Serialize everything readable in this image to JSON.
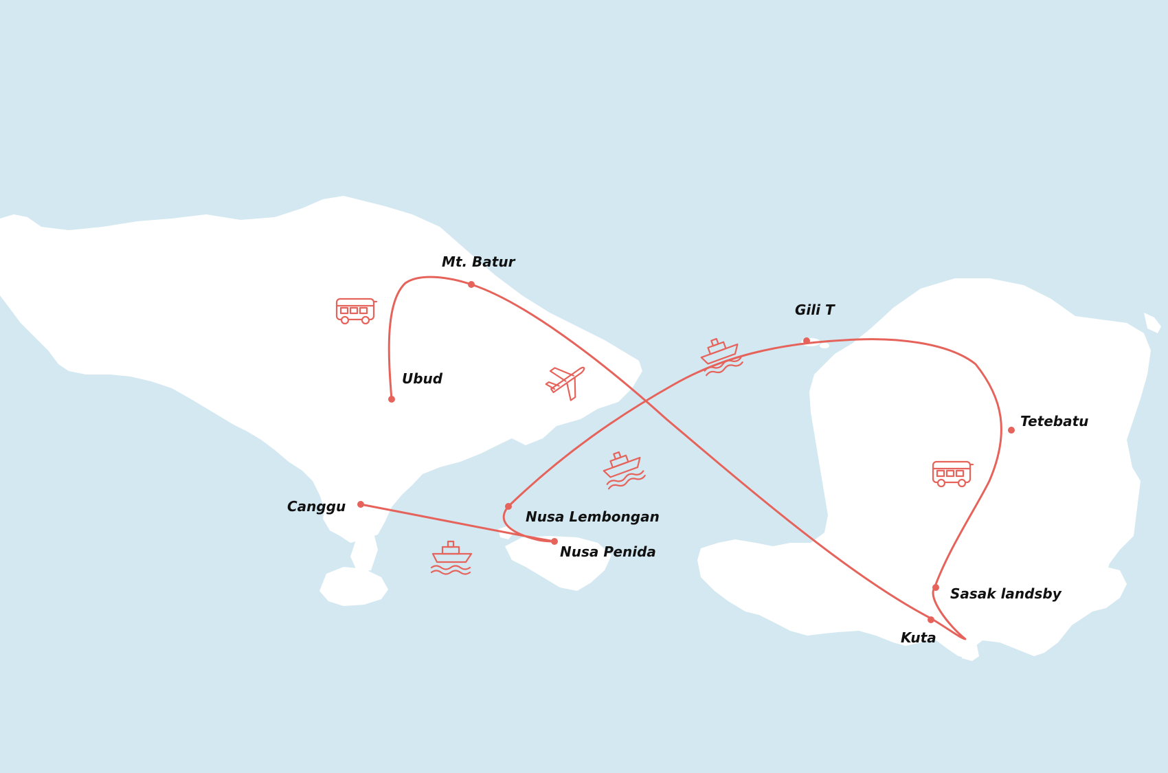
{
  "colors": {
    "sea": "#d4e8f1",
    "land": "#ffffff",
    "route": "#e5635b",
    "label": "#111111"
  },
  "places": {
    "mt_batur": "Mt. Batur",
    "ubud": "Ubud",
    "canggu": "Canggu",
    "nusa_lembongan": "Nusa Lembongan",
    "nusa_penida": "Nusa Penida",
    "gili_t": "Gili T",
    "tetebatu": "Tetebatu",
    "sasak_landsby": "Sasak landsby",
    "kuta": "Kuta"
  },
  "transport_icons": [
    "bus-icon",
    "airplane-icon",
    "ferry-icon",
    "ferry-icon",
    "ferry-icon",
    "bus-icon"
  ]
}
